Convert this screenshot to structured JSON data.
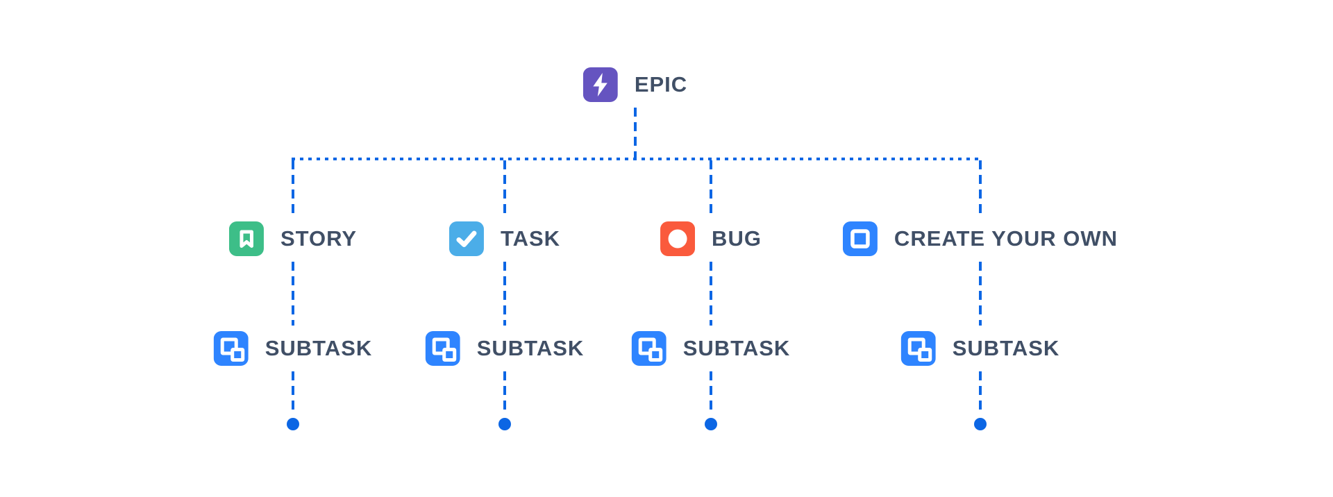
{
  "diagram": {
    "connector_color": "#0C66E4",
    "label_color": "#404F66",
    "glyph_color": "#FFFFFF",
    "root": {
      "label": "EPIC",
      "icon": "epic-lightning-icon",
      "color": "#6554C0"
    },
    "columns": [
      {
        "node": {
          "label": "STORY",
          "icon": "story-bookmark-icon",
          "color": "#3DBE88"
        },
        "subtask": {
          "label": "SUBTASK",
          "icon": "subtask-squares-icon",
          "color": "#2E84FF"
        }
      },
      {
        "node": {
          "label": "TASK",
          "icon": "task-check-icon",
          "color": "#4BADE8"
        },
        "subtask": {
          "label": "SUBTASK",
          "icon": "subtask-squares-icon",
          "color": "#2E84FF"
        }
      },
      {
        "node": {
          "label": "BUG",
          "icon": "bug-circle-icon",
          "color": "#FA5A3C"
        },
        "subtask": {
          "label": "SUBTASK",
          "icon": "subtask-squares-icon",
          "color": "#2E84FF"
        }
      },
      {
        "node": {
          "label": "CREATE YOUR OWN",
          "icon": "create-your-own-icon",
          "color": "#2E84FF"
        },
        "subtask": {
          "label": "SUBTASK",
          "icon": "subtask-squares-icon",
          "color": "#2E84FF"
        }
      }
    ]
  }
}
